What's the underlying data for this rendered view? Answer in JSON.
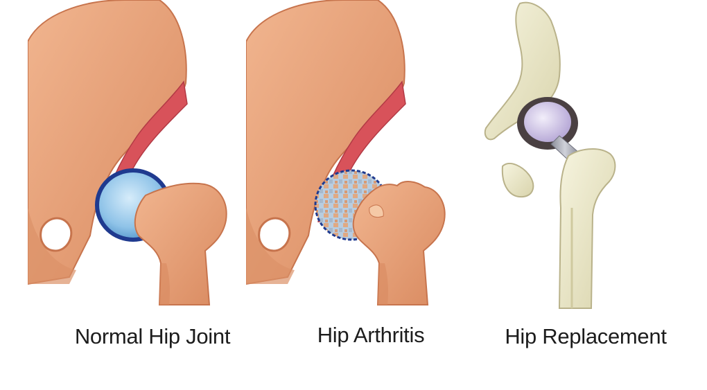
{
  "panels": [
    {
      "caption": "Normal Hip Joint"
    },
    {
      "caption": "Hip Arthritis"
    },
    {
      "caption": "Hip Replacement"
    }
  ],
  "colors": {
    "bone": "#e8a57e",
    "bone_shadow": "#c7744d",
    "cartilage_blue": "#8fc3e8",
    "capsule_navy": "#1f3a8f",
    "socket_red": "#d8525a",
    "clean_bone": "#eeeacb",
    "implant_liner": "#c9bde0",
    "implant_shell": "#4a4042",
    "implant_stem": "#a3a4b0"
  },
  "icons": [
    "normal-hip-illustration",
    "arthritic-hip-illustration",
    "hip-replacement-illustration"
  ]
}
